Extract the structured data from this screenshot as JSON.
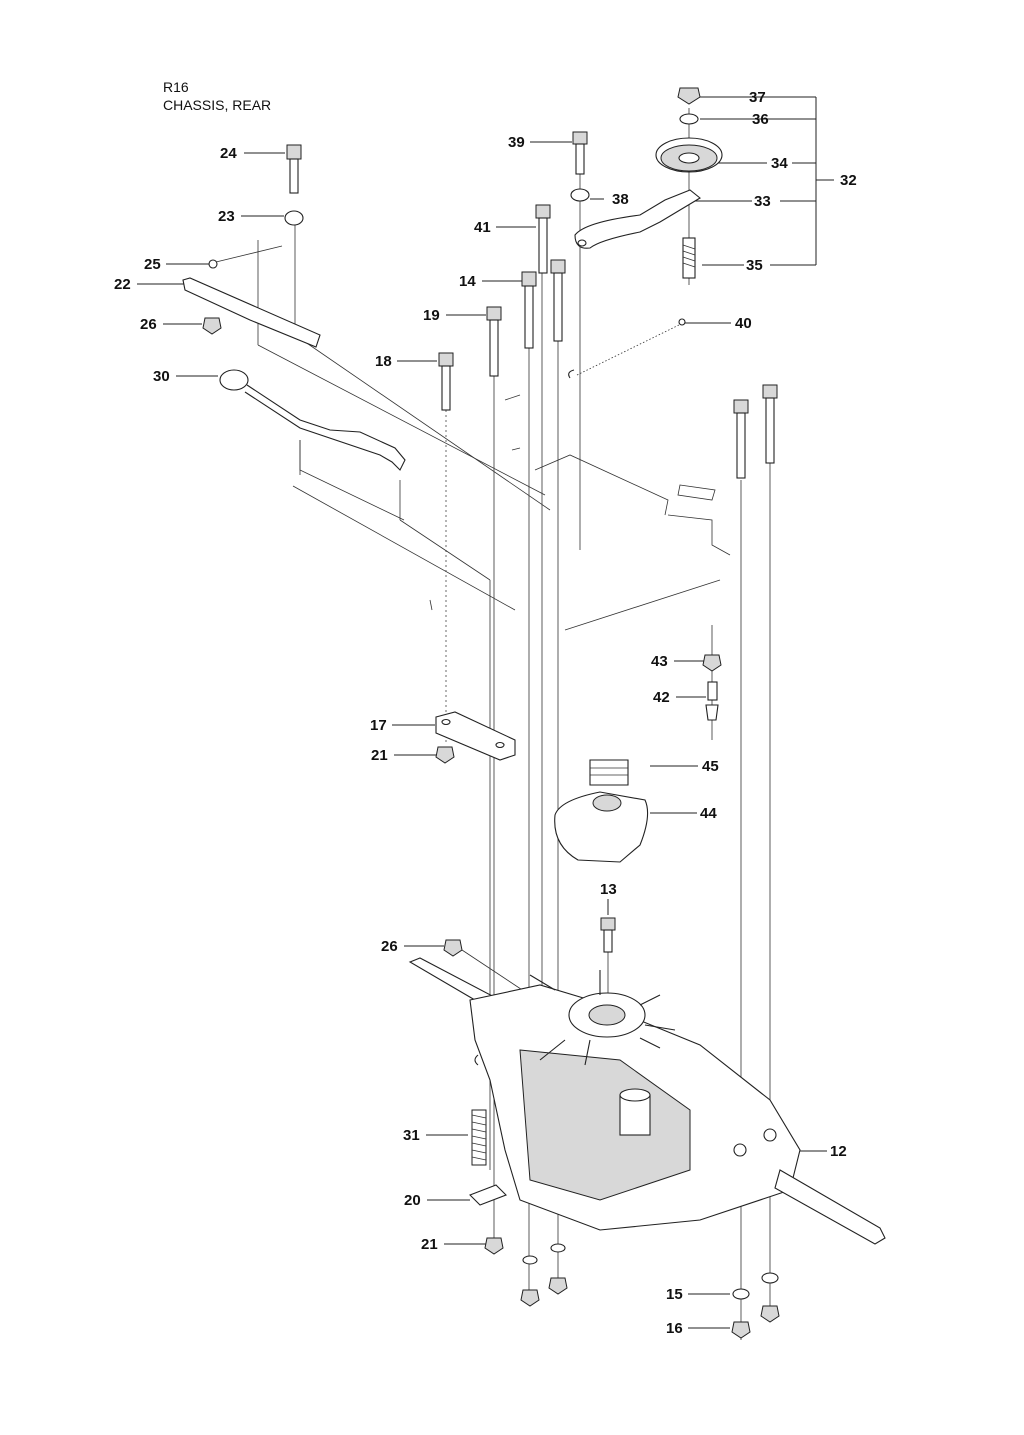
{
  "header": {
    "code": "R16",
    "title": "CHASSIS, REAR"
  },
  "callouts": [
    {
      "id": "c37",
      "text": "37"
    },
    {
      "id": "c36",
      "text": "36"
    },
    {
      "id": "c34",
      "text": "34"
    },
    {
      "id": "c32",
      "text": "32"
    },
    {
      "id": "c33",
      "text": "33"
    },
    {
      "id": "c35",
      "text": "35"
    },
    {
      "id": "c39",
      "text": "39"
    },
    {
      "id": "c38",
      "text": "38"
    },
    {
      "id": "c41",
      "text": "41"
    },
    {
      "id": "c14",
      "text": "14"
    },
    {
      "id": "c19",
      "text": "19"
    },
    {
      "id": "c40",
      "text": "40"
    },
    {
      "id": "c18",
      "text": "18"
    },
    {
      "id": "c24",
      "text": "24"
    },
    {
      "id": "c23",
      "text": "23"
    },
    {
      "id": "c25",
      "text": "25"
    },
    {
      "id": "c22",
      "text": "22"
    },
    {
      "id": "c26a",
      "text": "26"
    },
    {
      "id": "c30",
      "text": "30"
    },
    {
      "id": "c43",
      "text": "43"
    },
    {
      "id": "c42",
      "text": "42"
    },
    {
      "id": "c17",
      "text": "17"
    },
    {
      "id": "c21a",
      "text": "21"
    },
    {
      "id": "c45",
      "text": "45"
    },
    {
      "id": "c44",
      "text": "44"
    },
    {
      "id": "c13",
      "text": "13"
    },
    {
      "id": "c26b",
      "text": "26"
    },
    {
      "id": "c31",
      "text": "31"
    },
    {
      "id": "c12",
      "text": "12"
    },
    {
      "id": "c20",
      "text": "20"
    },
    {
      "id": "c21b",
      "text": "21"
    },
    {
      "id": "c15",
      "text": "15"
    },
    {
      "id": "c16",
      "text": "16"
    }
  ]
}
